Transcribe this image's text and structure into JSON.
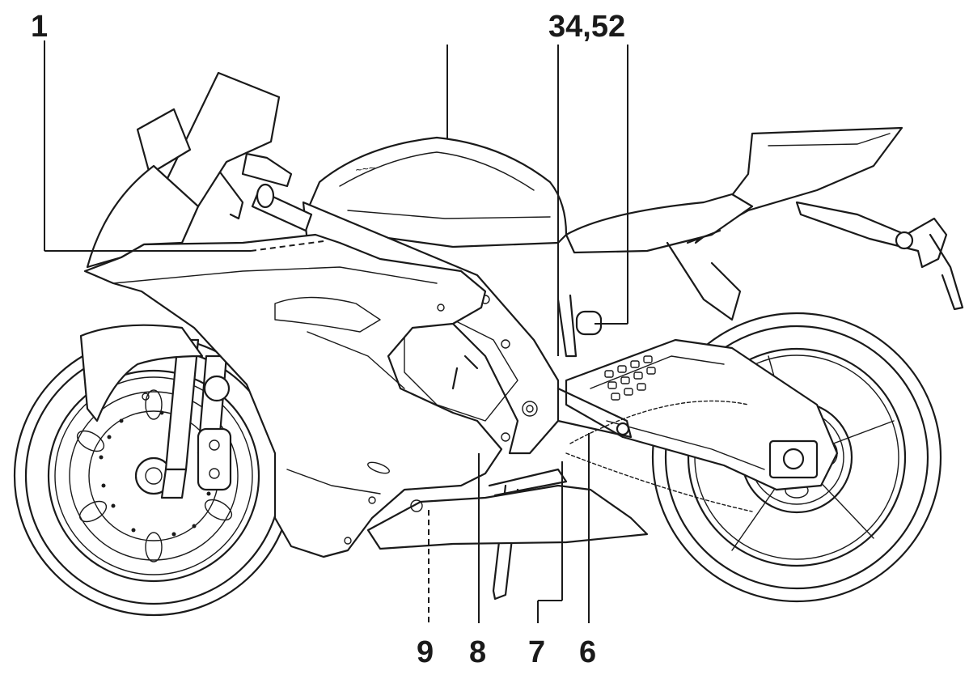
{
  "callouts": {
    "c1": "1",
    "c34_52": "34,52",
    "c9": "9",
    "c8": "8",
    "c7": "7",
    "c6": "6"
  },
  "colors": {
    "line": "#1a1a1a",
    "background": "#ffffff"
  }
}
